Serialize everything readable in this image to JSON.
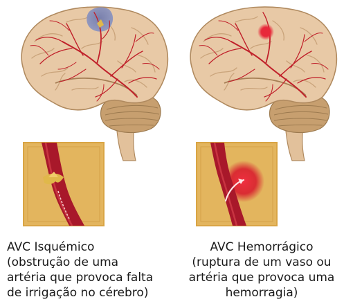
{
  "panels": {
    "ischemic": {
      "title": "AVC Isquémico",
      "desc_lines": [
        "(obstrução de uma",
        "artéria que provoca falta",
        "de irrigação no cérebro)"
      ]
    },
    "hemorrhagic": {
      "title": "AVC Hemorrágico",
      "desc_lines": [
        "(ruptura de um vaso ou",
        "artéria que provoca uma",
        "hemorragia)"
      ]
    }
  },
  "colors": {
    "brain": "#e8c9a6",
    "brain_outline": "#b08a5f",
    "cerebellum": "#c79f6f",
    "vessel": "#c0202a",
    "artery": "#a8182a",
    "clot": "#e0b84a",
    "ischemia_zone": "#7a86b8",
    "hemorrhage": "#e8283a",
    "inset_bg": "#e3b55e",
    "inset_border": "#d9a545"
  }
}
